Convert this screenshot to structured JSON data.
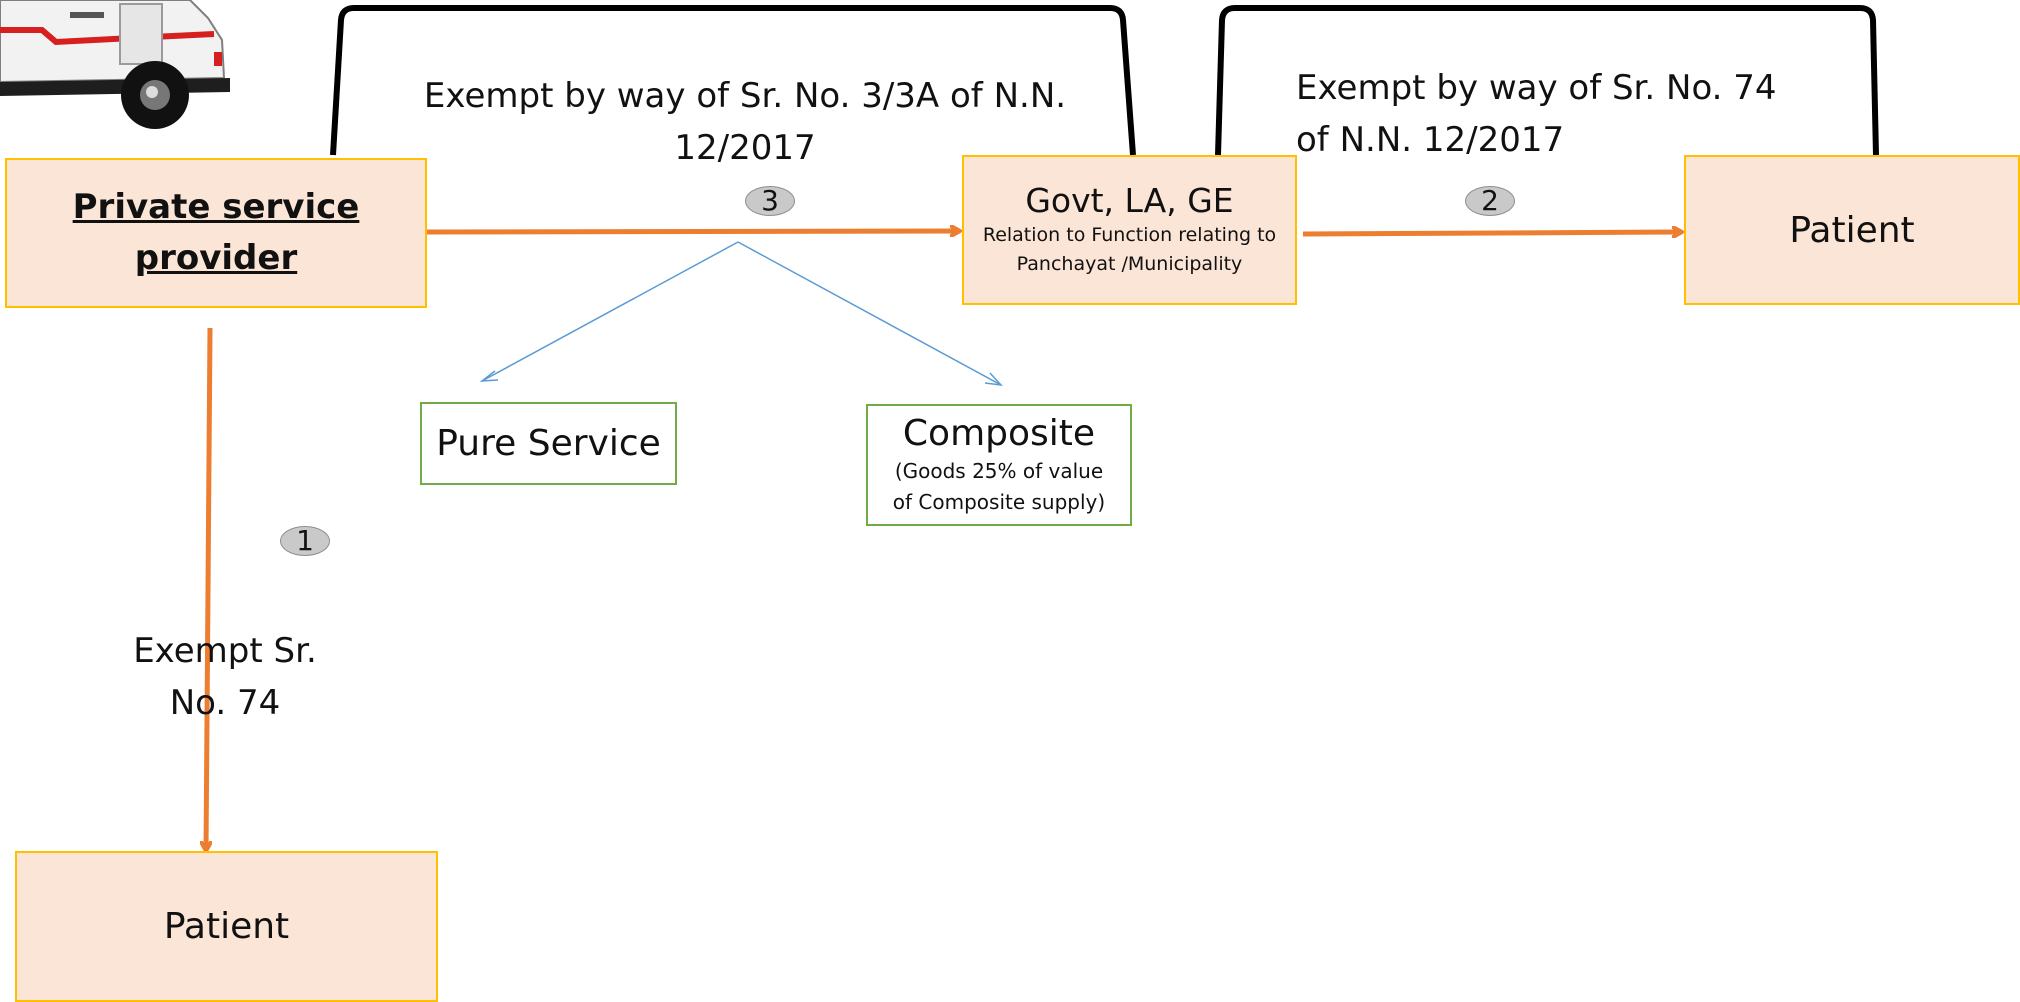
{
  "nodes": {
    "private_provider": "Private service provider",
    "govt": {
      "title": "Govt, LA, GE",
      "subtitle": "Relation to Function relating to Panchayat /Municipality"
    },
    "patient_right": "Patient",
    "patient_bottom": "Patient",
    "pure_service": "Pure Service",
    "composite": {
      "title": "Composite",
      "subtitle": "(Goods 25% of value of Composite supply)"
    }
  },
  "labels": {
    "exempt_3": "Exempt by way of Sr. No. 3/3A of N.N. 12/2017",
    "exempt_74_top": "Exempt by way of Sr. No. 74 of N.N. 12/2017",
    "exempt_74_bottom": "Exempt Sr. No. 74"
  },
  "badges": {
    "one": "1",
    "two": "2",
    "three": "3"
  },
  "colors": {
    "node_fill": "#fbe5d6",
    "node_border": "#ffc000",
    "arrow": "#ed7d31",
    "branch_arrow": "#5b9bd5",
    "sub_box_border": "#70ad47"
  }
}
